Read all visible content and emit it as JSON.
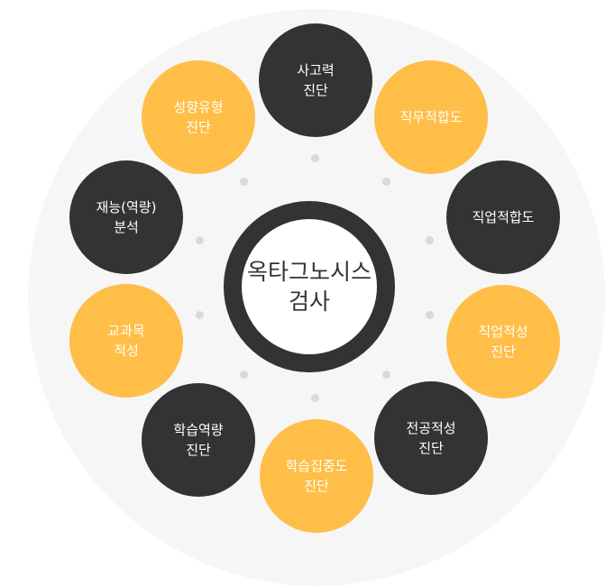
{
  "center": {
    "lines": [
      "옥타그노시스",
      "검사"
    ]
  },
  "colors": {
    "dark": "#333333",
    "yellow": "#ffbe48",
    "background": "#f6f6f6",
    "dot": "#d9d9d9"
  },
  "nodes": [
    {
      "id": "thinking-diagnosis",
      "color": "dark",
      "lines": [
        "사고력",
        "진단"
      ]
    },
    {
      "id": "job-fit",
      "color": "yellow",
      "lines": [
        "직무적합도"
      ]
    },
    {
      "id": "career-fit",
      "color": "dark",
      "lines": [
        "직업적합도"
      ]
    },
    {
      "id": "career-aptitude",
      "color": "yellow",
      "lines": [
        "직업적성",
        "진단"
      ]
    },
    {
      "id": "major-aptitude",
      "color": "dark",
      "lines": [
        "전공적성",
        "진단"
      ]
    },
    {
      "id": "learning-focus",
      "color": "yellow",
      "lines": [
        "학습집중도",
        "진단"
      ]
    },
    {
      "id": "learning-ability",
      "color": "dark",
      "lines": [
        "학습역량",
        "진단"
      ]
    },
    {
      "id": "subject-aptitude",
      "color": "yellow",
      "lines": [
        "교과목",
        "적성"
      ]
    },
    {
      "id": "talent-analysis",
      "color": "dark",
      "lines": [
        "재능(역량)",
        "분석"
      ]
    },
    {
      "id": "personality-type",
      "color": "yellow",
      "lines": [
        "성향유형",
        "진단"
      ]
    }
  ]
}
